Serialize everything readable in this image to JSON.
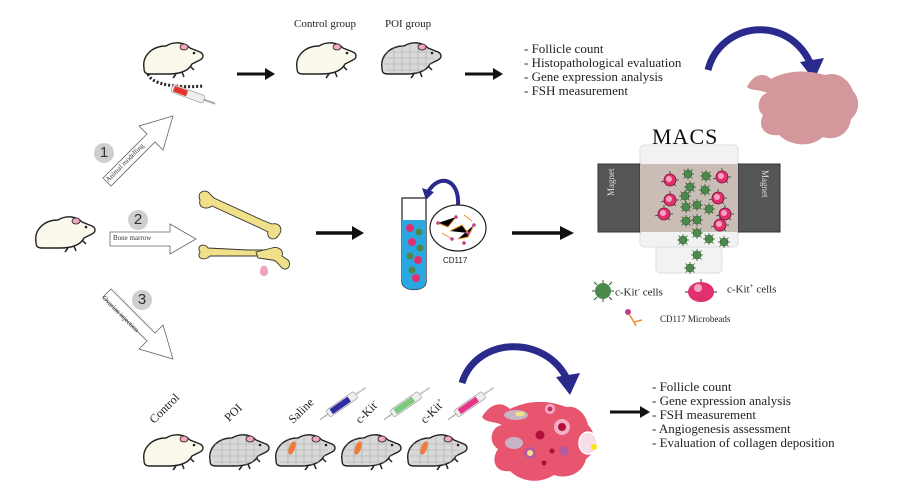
{
  "top_row": {
    "group_labels": [
      "Control group",
      "POI group"
    ],
    "outcomes": [
      "- Follicle count",
      "- Histopathological evaluation",
      "- Gene expression analysis",
      "- FSH measurement"
    ]
  },
  "steps": [
    {
      "number": "1",
      "label": "Animal modelling"
    },
    {
      "number": "2",
      "label": "Bone marrow"
    },
    {
      "number": "3",
      "label": "Ovarian injection"
    }
  ],
  "tube": {
    "label": "CD117"
  },
  "macs": {
    "title": "MACS",
    "magnet_left": "Magnet",
    "magnet_right": "Magnet",
    "legend": {
      "neg_cells": "c-Kit",
      "neg_sup": "-",
      "neg_suffix": " cells",
      "pos_cells": "c-Kit",
      "pos_sup": "+",
      "pos_suffix": " cells",
      "microbeads": "CD117 Microbeads"
    }
  },
  "bottom_row": {
    "group_labels": [
      {
        "text": "Control",
        "sup": ""
      },
      {
        "text": "POI",
        "sup": ""
      },
      {
        "text": "Saline",
        "sup": ""
      },
      {
        "text": "c-Kit",
        "sup": "-"
      },
      {
        "text": "c-Kit",
        "sup": "+"
      }
    ],
    "outcomes": [
      "- Follicle count",
      "- Gene expression analysis",
      "- FSH measurement",
      "- Angiogenesis assessment",
      "- Evaluation of collagen deposition"
    ]
  },
  "colors": {
    "arrow_blue": "#2a2a8c",
    "ovary_top": "#d4979b",
    "ovary_bottom": "#e8556e",
    "bone": "#efe089",
    "tube_liquid": "#2aa7e0",
    "magnet": "#555555",
    "pos_cell": "#e0306f",
    "neg_cell": "#4a8a4a"
  }
}
